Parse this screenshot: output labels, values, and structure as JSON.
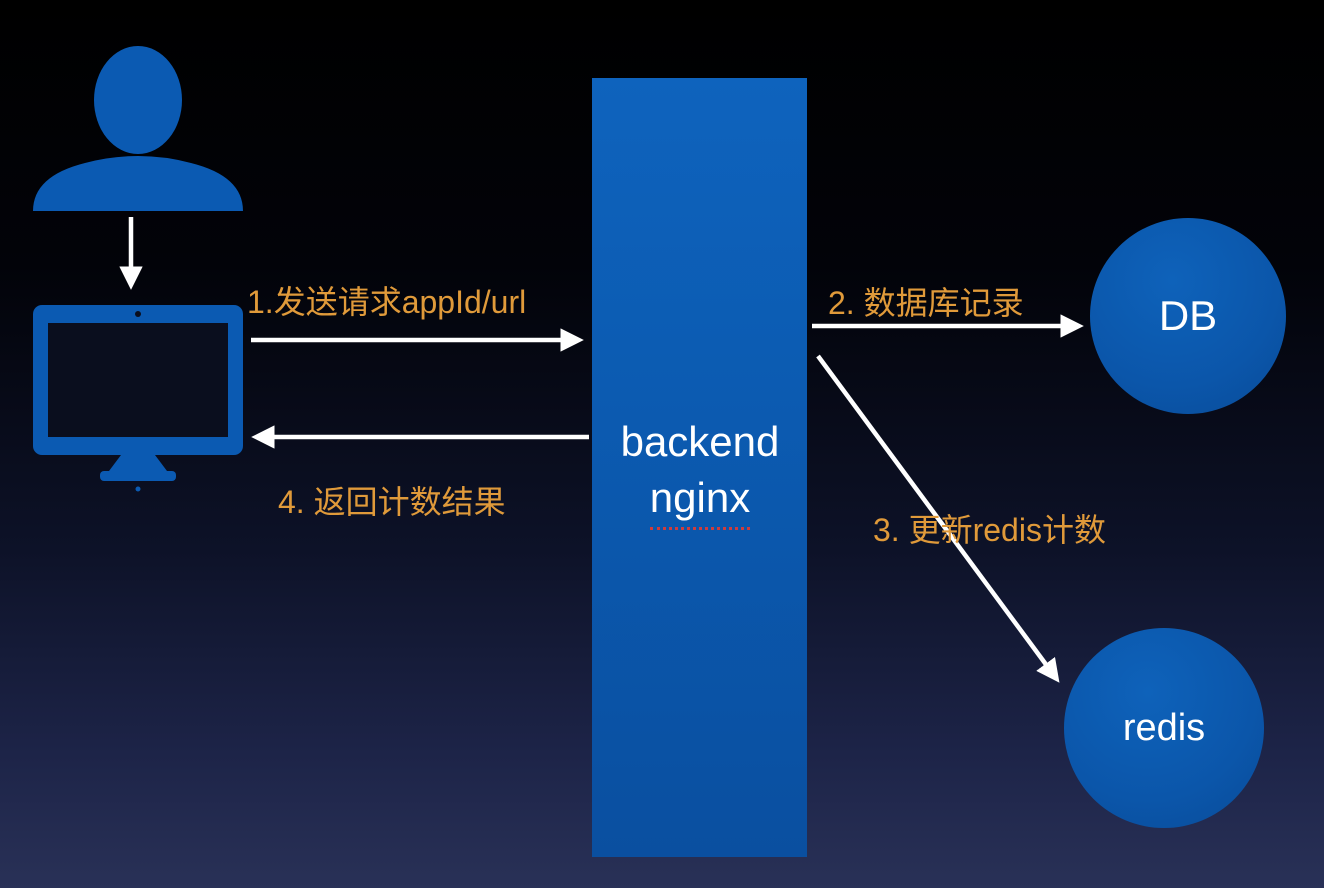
{
  "diagram": {
    "title": "request counting flow",
    "nodes": {
      "user": {
        "icon": "user-icon"
      },
      "client": {
        "icon": "monitor-icon"
      },
      "backend": {
        "line1": "backend",
        "line2": "nginx"
      },
      "db": {
        "label": "DB"
      },
      "redis": {
        "label": "redis"
      }
    },
    "edges": {
      "step1": {
        "label": "1.发送请求appId/url",
        "from": "client",
        "to": "backend"
      },
      "step2": {
        "label": "2. 数据库记录",
        "from": "backend",
        "to": "db"
      },
      "step3": {
        "label": "3. 更新redis计数",
        "from": "backend",
        "to": "redis"
      },
      "step4": {
        "label": "4. 返回计数结果",
        "from": "backend",
        "to": "client"
      },
      "user_to_client": {
        "label": "",
        "from": "user",
        "to": "client"
      }
    },
    "colors": {
      "node_blue": "#0b58ad",
      "label_orange": "#e09a3a",
      "arrow_white": "#ffffff",
      "underline_red": "#d03c3c",
      "bg_top": "#000000",
      "bg_bottom": "#293157"
    }
  }
}
